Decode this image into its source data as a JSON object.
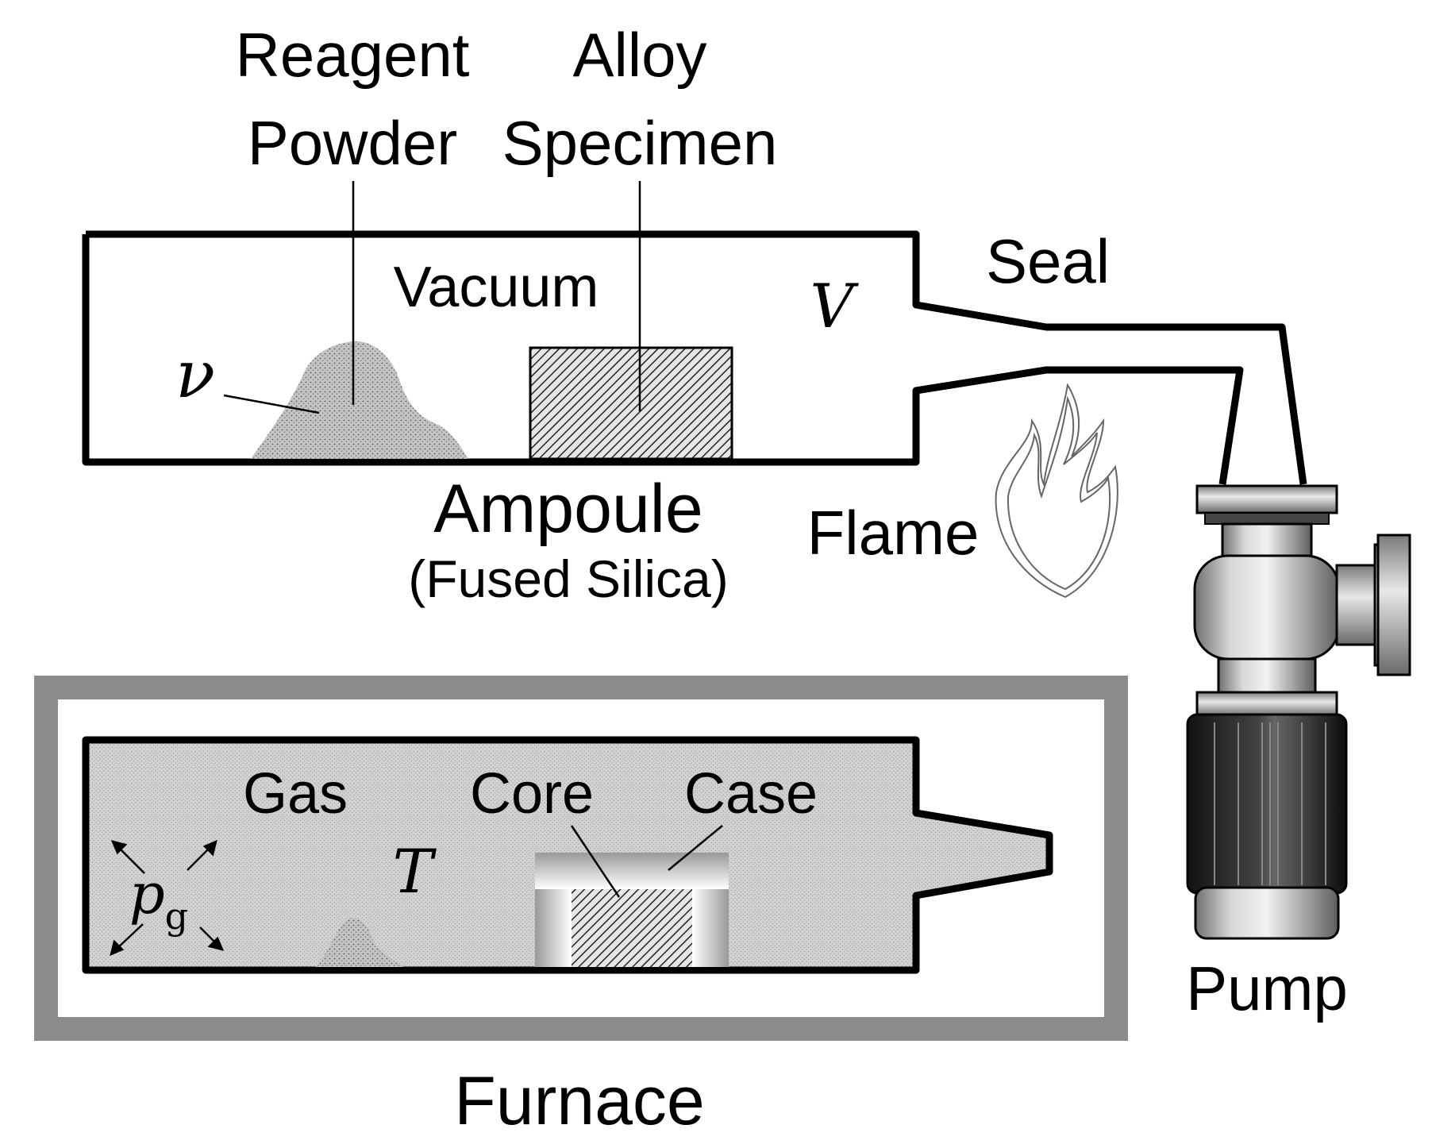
{
  "labels": {
    "reagent_powder_line1": "Reagent",
    "reagent_powder_line2": "Powder",
    "alloy_specimen_line1": "Alloy",
    "alloy_specimen_line2": "Specimen",
    "vacuum": "Vacuum",
    "seal": "Seal",
    "volume_symbol": "V",
    "powder_volume_symbol": "ν",
    "ampoule": "Ampoule",
    "ampoule_material": "(Fused Silica)",
    "flame": "Flame",
    "gas": "Gas",
    "core": "Core",
    "case": "Case",
    "temperature_symbol": "T",
    "pressure_symbol": "p",
    "pressure_subscript": "g",
    "furnace": "Furnace",
    "pump": "Pump"
  },
  "colors": {
    "outline": "#000000",
    "furnace_wall": "#8c8c8c",
    "gas_fill": "#cfcfcf",
    "powder_fill": "#b8b8b8",
    "specimen_hatch": "#2a2a2a",
    "case_gradient_light": "#ffffff",
    "case_gradient_dark": "#6e6e6e",
    "pump_metal": "#a8a8a8",
    "pump_motor": "#1a1a1a"
  },
  "icons": {
    "flame": "flame-icon",
    "pump": "vacuum-pump-icon"
  }
}
